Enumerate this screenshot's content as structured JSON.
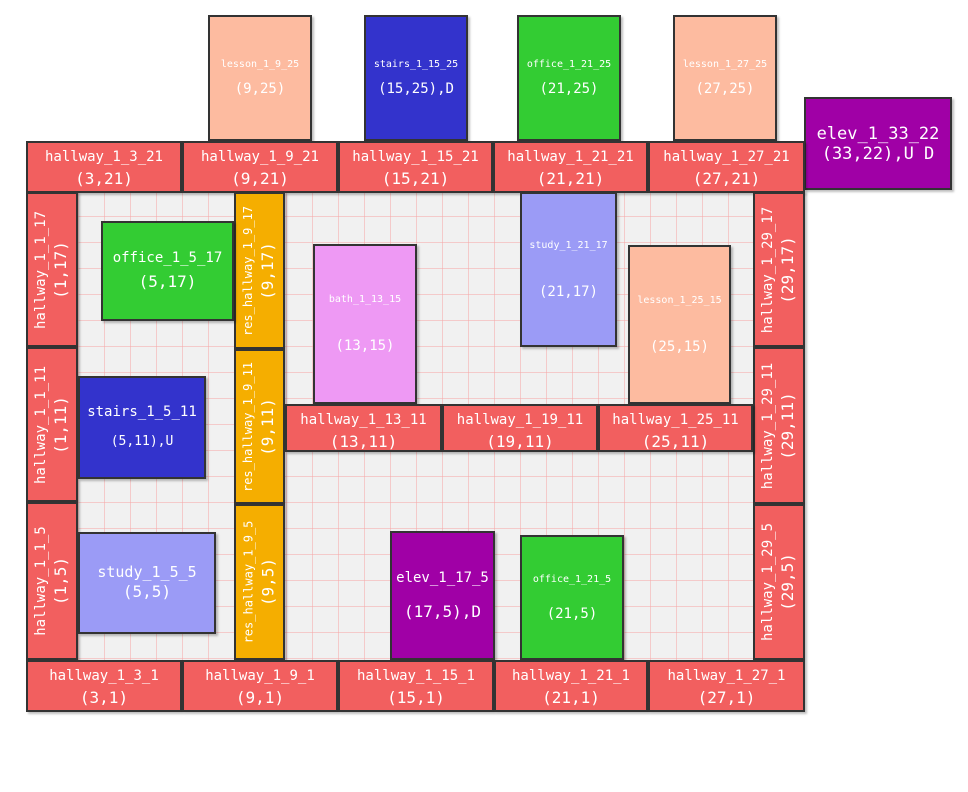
{
  "rooms": [
    {
      "id": "lesson_1_9_25",
      "name": "lesson_1_9_25",
      "coord": "(9,25)",
      "kind": "lesson",
      "size": "small"
    },
    {
      "id": "stairs_1_15_25",
      "name": "stairs_1_15_25",
      "coord": "(15,25),D",
      "kind": "stairs",
      "size": "small"
    },
    {
      "id": "office_1_21_25",
      "name": "office_1_21_25",
      "coord": "(21,25)",
      "kind": "office",
      "size": "small"
    },
    {
      "id": "lesson_1_27_25",
      "name": "lesson_1_27_25",
      "coord": "(27,25)",
      "kind": "lesson",
      "size": "small"
    },
    {
      "id": "elev_1_33_22",
      "name": "elev_1_33_22",
      "coord": "(33,22),U D",
      "kind": "elev",
      "size": "large"
    },
    {
      "id": "hallway_1_3_21",
      "name": "hallway_1_3_21",
      "coord": "(3,21)",
      "kind": "hallway",
      "orient": "h"
    },
    {
      "id": "hallway_1_9_21",
      "name": "hallway_1_9_21",
      "coord": "(9,21)",
      "kind": "hallway",
      "orient": "h"
    },
    {
      "id": "hallway_1_15_21",
      "name": "hallway_1_15_21",
      "coord": "(15,21)",
      "kind": "hallway",
      "orient": "h"
    },
    {
      "id": "hallway_1_21_21",
      "name": "hallway_1_21_21",
      "coord": "(21,21)",
      "kind": "hallway",
      "orient": "h"
    },
    {
      "id": "hallway_1_27_21",
      "name": "hallway_1_27_21",
      "coord": "(27,21)",
      "kind": "hallway",
      "orient": "h"
    },
    {
      "id": "hallway_1_1_17",
      "name": "hallway_1_1_17",
      "coord": "(1,17)",
      "kind": "hallway",
      "orient": "v"
    },
    {
      "id": "hallway_1_1_11",
      "name": "hallway_1_1_11",
      "coord": "(1,11)",
      "kind": "hallway",
      "orient": "v"
    },
    {
      "id": "hallway_1_1_5",
      "name": "hallway_1_1_5",
      "coord": "(1,5)",
      "kind": "hallway",
      "orient": "v"
    },
    {
      "id": "hallway_1_29_17",
      "name": "hallway_1_29_17",
      "coord": "(29,17)",
      "kind": "hallway",
      "orient": "v"
    },
    {
      "id": "hallway_1_29_11",
      "name": "hallway_1_29_11",
      "coord": "(29,11)",
      "kind": "hallway",
      "orient": "v"
    },
    {
      "id": "hallway_1_29_5",
      "name": "hallway_1_29_5",
      "coord": "(29,5)",
      "kind": "hallway",
      "orient": "v"
    },
    {
      "id": "res_hallway_1_9_17",
      "name": "res_hallway_1_9_17",
      "coord": "(9,17)",
      "kind": "reshallway",
      "orient": "v"
    },
    {
      "id": "res_hallway_1_9_11",
      "name": "res_hallway_1_9_11",
      "coord": "(9,11)",
      "kind": "reshallway",
      "orient": "v"
    },
    {
      "id": "res_hallway_1_9_5",
      "name": "res_hallway_1_9_5",
      "coord": "(9,5)",
      "kind": "reshallway",
      "orient": "v"
    },
    {
      "id": "office_1_5_17",
      "name": "office_1_5_17",
      "coord": "(5,17)",
      "kind": "office",
      "size": "mid"
    },
    {
      "id": "stairs_1_5_11",
      "name": "stairs_1_5_11",
      "coord": "(5,11),U",
      "kind": "stairs",
      "size": "mid"
    },
    {
      "id": "study_1_5_5",
      "name": "study_1_5_5",
      "coord": "(5,5)",
      "kind": "study",
      "size": "mid"
    },
    {
      "id": "bath_1_13_15",
      "name": "bath_1_13_15",
      "coord": "(13,15)",
      "kind": "bath",
      "size": "small"
    },
    {
      "id": "study_1_21_17",
      "name": "study_1_21_17",
      "coord": "(21,17)",
      "kind": "study",
      "size": "small"
    },
    {
      "id": "lesson_1_25_15",
      "name": "lesson_1_25_15",
      "coord": "(25,15)",
      "kind": "lesson",
      "size": "small"
    },
    {
      "id": "hallway_1_13_11",
      "name": "hallway_1_13_11",
      "coord": "(13,11)",
      "kind": "hallway",
      "orient": "h"
    },
    {
      "id": "hallway_1_19_11",
      "name": "hallway_1_19_11",
      "coord": "(19,11)",
      "kind": "hallway",
      "orient": "h"
    },
    {
      "id": "hallway_1_25_11",
      "name": "hallway_1_25_11",
      "coord": "(25,11)",
      "kind": "hallway",
      "orient": "h"
    },
    {
      "id": "elev_1_17_5",
      "name": "elev_1_17_5",
      "coord": "(17,5),D",
      "kind": "elev",
      "size": "mid"
    },
    {
      "id": "office_1_21_5",
      "name": "office_1_21_5",
      "coord": "(21,5)",
      "kind": "office",
      "size": "small"
    },
    {
      "id": "hallway_1_3_1",
      "name": "hallway_1_3_1",
      "coord": "(3,1)",
      "kind": "hallway",
      "orient": "h"
    },
    {
      "id": "hallway_1_9_1",
      "name": "hallway_1_9_1",
      "coord": "(9,1)",
      "kind": "hallway",
      "orient": "h"
    },
    {
      "id": "hallway_1_15_1",
      "name": "hallway_1_15_1",
      "coord": "(15,1)",
      "kind": "hallway",
      "orient": "h"
    },
    {
      "id": "hallway_1_21_1",
      "name": "hallway_1_21_1",
      "coord": "(21,1)",
      "kind": "hallway",
      "orient": "h"
    },
    {
      "id": "hallway_1_27_1",
      "name": "hallway_1_27_1",
      "coord": "(27,1)",
      "kind": "hallway",
      "orient": "h"
    }
  ]
}
